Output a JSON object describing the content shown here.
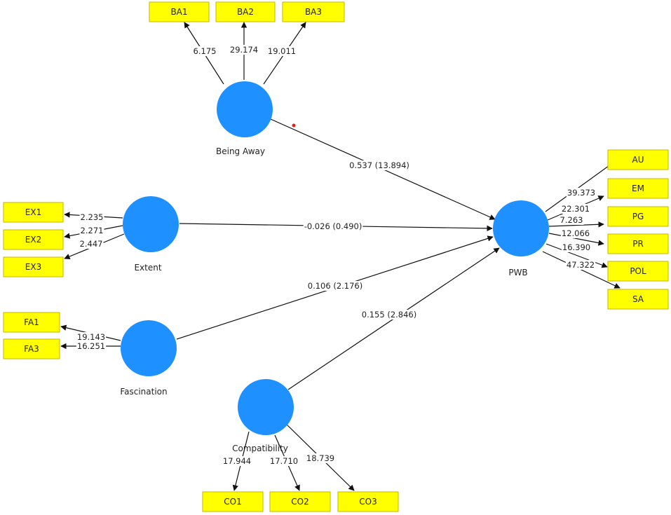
{
  "latents": [
    {
      "id": "BA",
      "label": "Being Away"
    },
    {
      "id": "EX",
      "label": "Extent"
    },
    {
      "id": "FA",
      "label": "Fascination"
    },
    {
      "id": "CO",
      "label": "Compatibility"
    },
    {
      "id": "PWB",
      "label": "PWB"
    }
  ],
  "indicators": [
    {
      "id": "BA1",
      "label": "BA1"
    },
    {
      "id": "BA2",
      "label": "BA2"
    },
    {
      "id": "BA3",
      "label": "BA3"
    },
    {
      "id": "EX1",
      "label": "EX1"
    },
    {
      "id": "EX2",
      "label": "EX2"
    },
    {
      "id": "EX3",
      "label": "EX3"
    },
    {
      "id": "FA1",
      "label": "FA1"
    },
    {
      "id": "FA3",
      "label": "FA3"
    },
    {
      "id": "CO1",
      "label": "CO1"
    },
    {
      "id": "CO2",
      "label": "CO2"
    },
    {
      "id": "CO3",
      "label": "CO3"
    },
    {
      "id": "AU",
      "label": "AU"
    },
    {
      "id": "EM",
      "label": "EM"
    },
    {
      "id": "PG",
      "label": "PG"
    },
    {
      "id": "PR",
      "label": "PR"
    },
    {
      "id": "POL",
      "label": "POL"
    },
    {
      "id": "SA",
      "label": "SA"
    }
  ],
  "loadings": [
    {
      "from": "BA",
      "to": "BA1",
      "value": "6.175"
    },
    {
      "from": "BA",
      "to": "BA2",
      "value": "29.174"
    },
    {
      "from": "BA",
      "to": "BA3",
      "value": "19.011"
    },
    {
      "from": "EX",
      "to": "EX1",
      "value": "2.235"
    },
    {
      "from": "EX",
      "to": "EX2",
      "value": "2.271"
    },
    {
      "from": "EX",
      "to": "EX3",
      "value": "2.447"
    },
    {
      "from": "FA",
      "to": "FA1",
      "value": "19.143"
    },
    {
      "from": "FA",
      "to": "FA3",
      "value": "16.251"
    },
    {
      "from": "CO",
      "to": "CO1",
      "value": "17.944"
    },
    {
      "from": "CO",
      "to": "CO2",
      "value": "17.710"
    },
    {
      "from": "CO",
      "to": "CO3",
      "value": "18.739"
    },
    {
      "from": "PWB",
      "to": "AU",
      "value": "39.373"
    },
    {
      "from": "PWB",
      "to": "EM",
      "value": "22.301"
    },
    {
      "from": "PWB",
      "to": "PG",
      "value": "7.263"
    },
    {
      "from": "PWB",
      "to": "PR",
      "value": "12.066"
    },
    {
      "from": "PWB",
      "to": "POL",
      "value": "16.390"
    },
    {
      "from": "PWB",
      "to": "SA",
      "value": "47.322"
    }
  ],
  "paths": [
    {
      "from": "BA",
      "to": "PWB",
      "value": "0.537 (13.894)"
    },
    {
      "from": "EX",
      "to": "PWB",
      "value": "-0.026 (0.490)"
    },
    {
      "from": "FA",
      "to": "PWB",
      "value": "0.106 (2.176)"
    },
    {
      "from": "CO",
      "to": "PWB",
      "value": "0.155 (2.846)"
    }
  ],
  "colors": {
    "latent": "#1e90ff",
    "indicator": "#ffff00",
    "edge": "#111111",
    "marker_dot": "#e02020"
  }
}
